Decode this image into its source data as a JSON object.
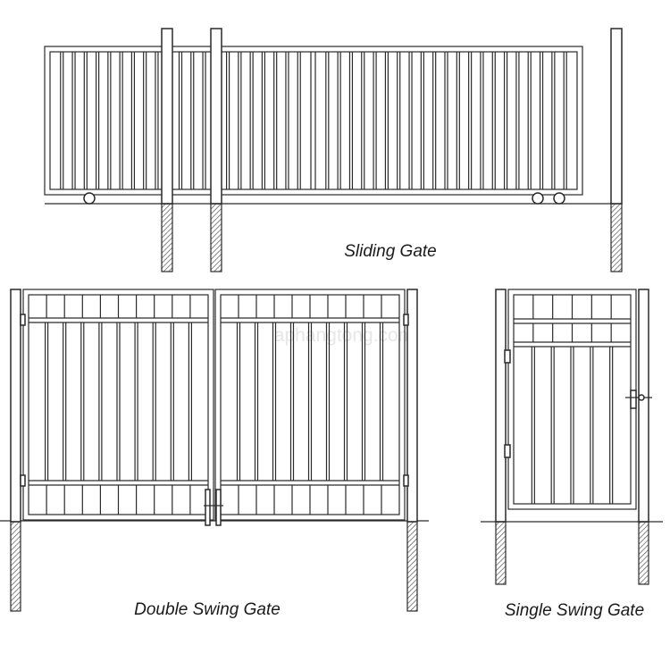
{
  "labels": {
    "sliding": "Sliding Gate",
    "double_swing": "Double Swing Gate",
    "single_swing": "Single Swing Gate"
  },
  "watermark": "aphangtong.com",
  "colors": {
    "line": "#2a2a2a",
    "background": "#ffffff",
    "post_hatch": "#555555",
    "watermark": "#e6e6e6"
  }
}
